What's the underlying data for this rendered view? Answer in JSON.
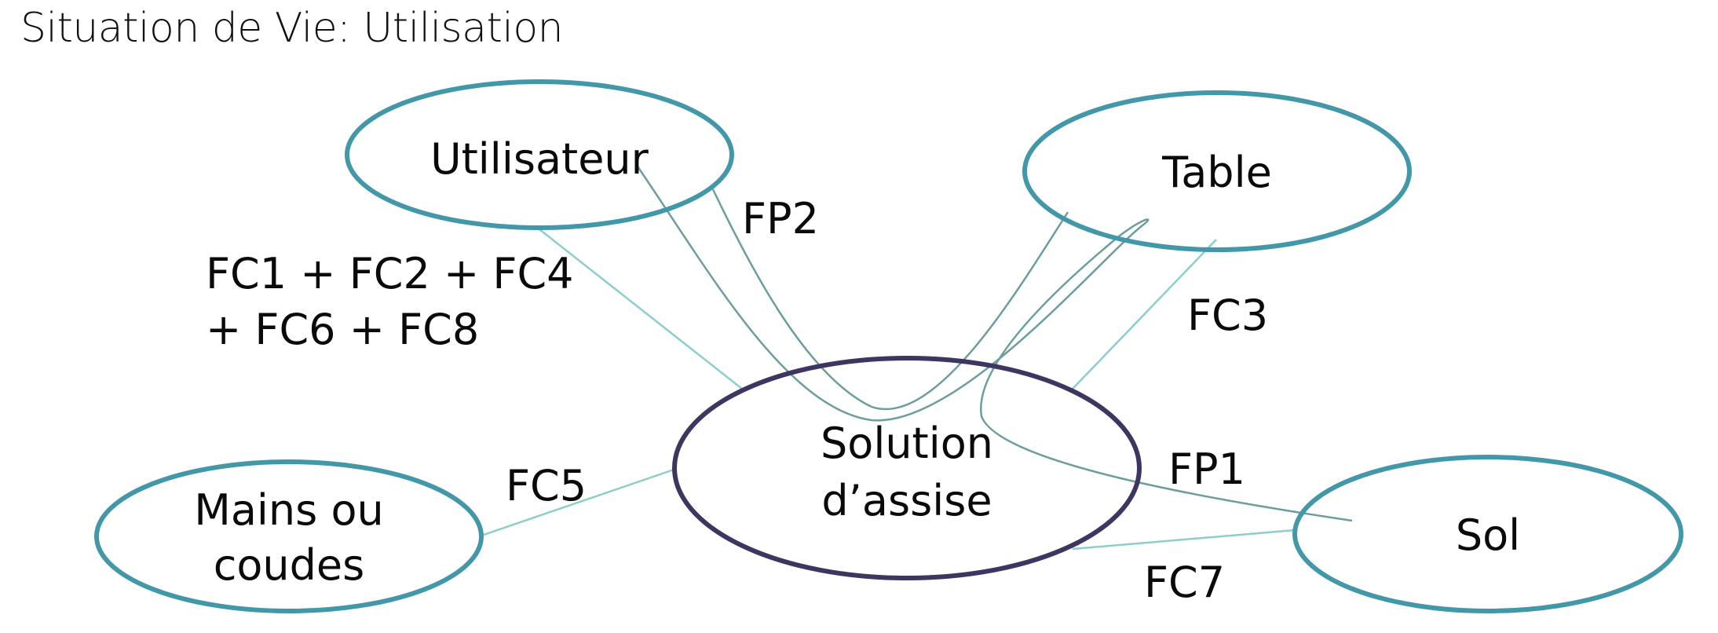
{
  "title": "Situation de Vie: Utilisation",
  "colors": {
    "outer_node_stroke": "#4297a9",
    "center_node_stroke": "#3e3660",
    "fp_edge": "#6b9e9c",
    "fc_edge": "#8ccecb",
    "text": "#0a0a0a"
  },
  "nodes": {
    "utilisateur": {
      "label": [
        "Utilisateur"
      ]
    },
    "table": {
      "label": [
        "Table"
      ]
    },
    "solution": {
      "label": [
        "Solution",
        "d’assise"
      ]
    },
    "mains": {
      "label": [
        "Mains ou",
        "coudes"
      ]
    },
    "sol": {
      "label": [
        "Sol"
      ]
    }
  },
  "edges": {
    "fp1": {
      "label": "FP1",
      "kind": "principal",
      "from": "Utilisateur",
      "via": "Solution d’assise",
      "to": "Sol"
    },
    "fp2": {
      "label": "FP2",
      "kind": "principal",
      "from": "Utilisateur",
      "via": "Solution d’assise",
      "to": "Table"
    },
    "fc_group": {
      "label": [
        "FC1 + FC2 + FC4",
        "+ FC6 + FC8"
      ],
      "kind": "contrainte",
      "from": "Utilisateur",
      "to": "Solution d’assise"
    },
    "fc3": {
      "label": "FC3",
      "kind": "contrainte",
      "from": "Table",
      "to": "Solution d’assise"
    },
    "fc5": {
      "label": "FC5",
      "kind": "contrainte",
      "from": "Mains ou coudes",
      "to": "Solution d’assise"
    },
    "fc7": {
      "label": "FC7",
      "kind": "contrainte",
      "from": "Sol",
      "to": "Solution d’assise"
    }
  }
}
